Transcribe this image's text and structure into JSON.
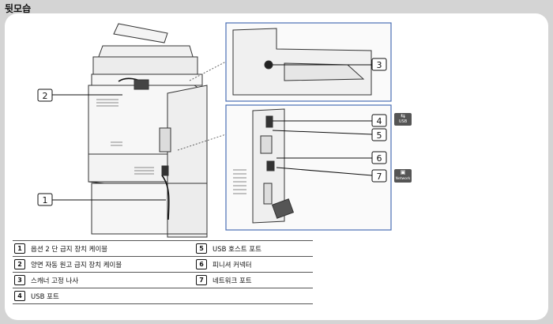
{
  "section_title": "뒷모습",
  "callouts": [
    "1",
    "2",
    "3",
    "4",
    "5",
    "6",
    "7"
  ],
  "usb_logo_text": "USB",
  "network_logo_text": "Network",
  "legend": [
    {
      "num": "1",
      "text": "옵션 2 단 급지 장치 케이블"
    },
    {
      "num": "2",
      "text": "양면 자동 원고 급지 장치 케이블"
    },
    {
      "num": "3",
      "text": "스캐너 고정 나사"
    },
    {
      "num": "4",
      "text": "USB 포트"
    },
    {
      "num": "5",
      "text": "USB 호스트 포트"
    },
    {
      "num": "6",
      "text": "피니셔 커넥터"
    },
    {
      "num": "7",
      "text": "네트워크 포트"
    }
  ]
}
